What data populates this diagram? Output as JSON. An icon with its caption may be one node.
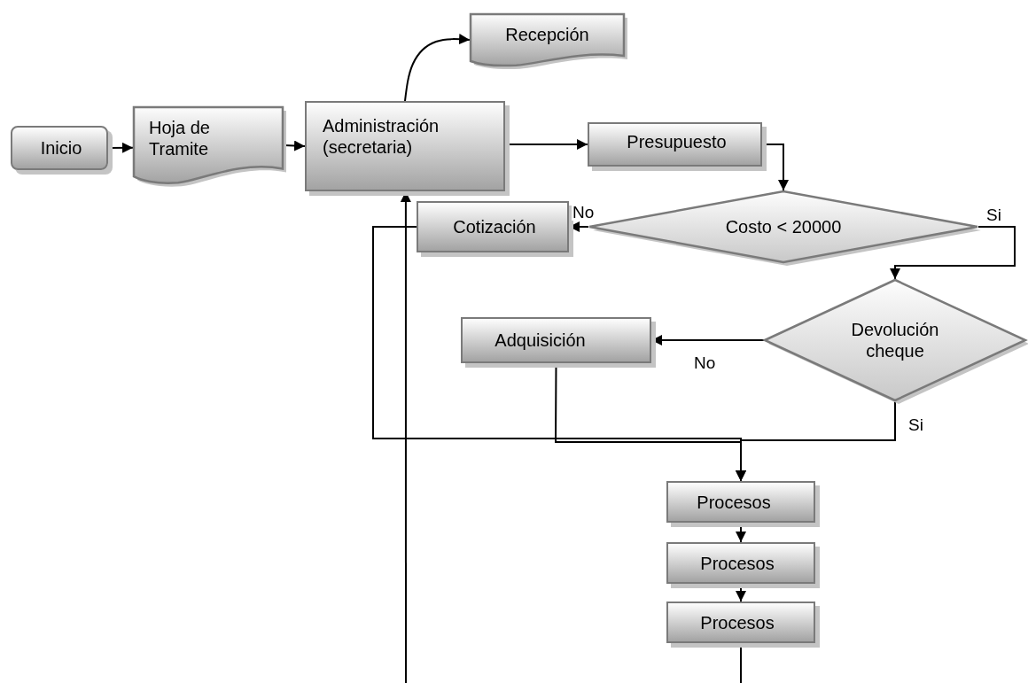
{
  "diagram": {
    "nodes": [
      {
        "text": [
          "Inicio"
        ]
      },
      {
        "text": [
          "Hoja de Tramite"
        ]
      },
      {
        "text": [
          "Administración (secretaria)"
        ]
      },
      {
        "text": [
          "Recepción"
        ]
      },
      {
        "text": [
          "Presupuesto"
        ]
      },
      {
        "text": [
          "Costo < 20000"
        ]
      },
      {
        "text": [
          "Cotización"
        ]
      },
      {
        "text": [
          "Devolución cheque"
        ]
      },
      {
        "text": [
          "Adquisición"
        ]
      },
      {
        "text": [
          "Procesos"
        ]
      },
      {
        "text": [
          "Procesos"
        ]
      },
      {
        "text": [
          "Procesos"
        ]
      }
    ],
    "edges": [
      {
        "from": 0,
        "to": 1,
        "arrow": "to"
      },
      {
        "from": 1,
        "to": 2,
        "arrow": "to"
      },
      {
        "from": 2,
        "to": 3,
        "arrow": "to"
      },
      {
        "from": 2,
        "to": 4,
        "arrow": "to"
      },
      {
        "from": 4,
        "to": 5,
        "arrow": "to"
      },
      {
        "from": 5,
        "to": 6,
        "arrow": "to",
        "label": "No"
      },
      {
        "from": 5,
        "to": 7,
        "arrow": "to",
        "label": "Si"
      },
      {
        "from": 7,
        "to": 8,
        "arrow": "to",
        "label": "No"
      },
      {
        "from": 7,
        "to": 9,
        "arrow": "to",
        "label": "Si"
      },
      {
        "from": 8,
        "to": 9,
        "arrow": "to"
      },
      {
        "from": 6,
        "to": 9,
        "arrow": "to"
      },
      {
        "from": 9,
        "to": 10,
        "arrow": "to"
      },
      {
        "from": 10,
        "to": 11,
        "arrow": "to"
      },
      {
        "from": 11,
        "to": null,
        "arrow": "none"
      },
      {
        "from": null,
        "to": 2,
        "arrow": "to"
      }
    ]
  }
}
